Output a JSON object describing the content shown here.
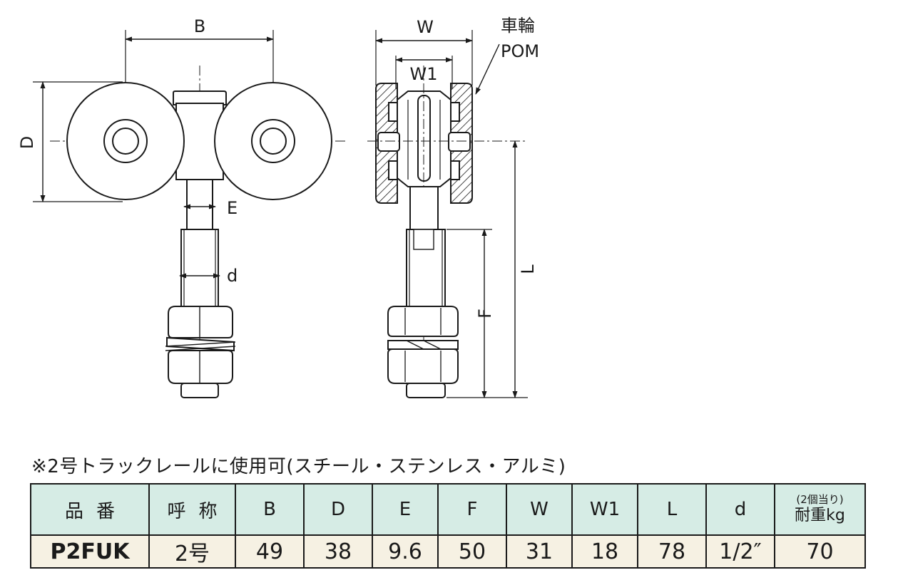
{
  "drawing": {
    "dims": {
      "B": "B",
      "D": "D",
      "E": "E",
      "d": "d",
      "W": "W",
      "W1": "W1",
      "L": "L",
      "F": "F"
    },
    "wheel_label_line1": "車輪",
    "wheel_label_line2": "POM"
  },
  "note": "※2号トラックレールに使用可(スチール・ステンレス・アルミ)",
  "table": {
    "headers": {
      "part_no": "品番",
      "nominal": "呼称",
      "B": "B",
      "D": "D",
      "E": "E",
      "F": "F",
      "W": "W",
      "W1": "W1",
      "L": "L",
      "d": "d",
      "load_note": "(2個当り)",
      "load": "耐重kg"
    },
    "row": {
      "part_no": "P2FUK",
      "nominal": "2号",
      "B": "49",
      "D": "38",
      "E": "9.6",
      "F": "50",
      "W": "31",
      "W1": "18",
      "L": "78",
      "d": "1/2″",
      "load": "70"
    }
  },
  "colors": {
    "header_bg": "#d6ece5",
    "row_bg": "#f6f1e3",
    "ink": "#1a1a1a"
  }
}
